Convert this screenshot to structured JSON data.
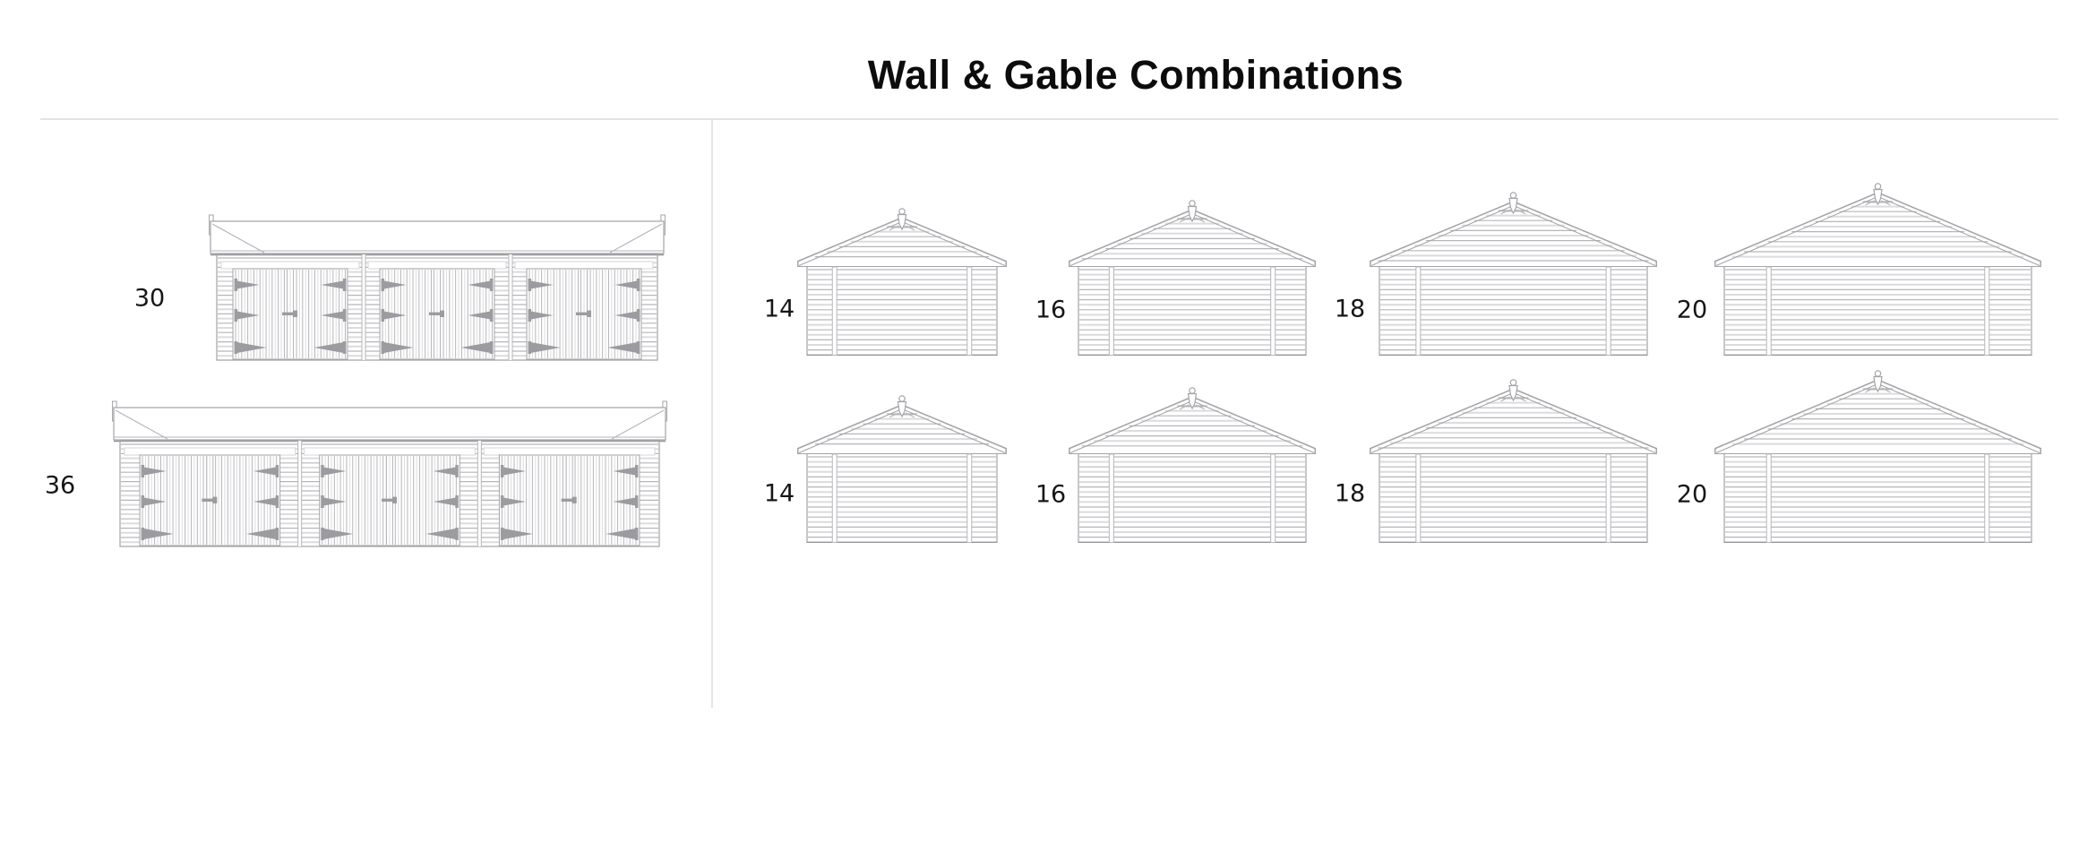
{
  "title": "Wall & Gable Combinations",
  "walls": {
    "items": [
      {
        "label": "30",
        "type": "wall-elevation",
        "door_bays": 3
      },
      {
        "label": "36",
        "type": "wall-elevation",
        "door_bays": 3
      }
    ]
  },
  "gables": {
    "rows": [
      {
        "items": [
          {
            "label": "14",
            "type": "gable-elevation"
          },
          {
            "label": "16",
            "type": "gable-elevation"
          },
          {
            "label": "18",
            "type": "gable-elevation"
          },
          {
            "label": "20",
            "type": "gable-elevation"
          }
        ]
      },
      {
        "items": [
          {
            "label": "14",
            "type": "gable-elevation"
          },
          {
            "label": "16",
            "type": "gable-elevation"
          },
          {
            "label": "18",
            "type": "gable-elevation"
          },
          {
            "label": "20",
            "type": "gable-elevation"
          }
        ]
      }
    ]
  },
  "colors": {
    "background": "#ffffff",
    "divider": "#e4e4e6",
    "outline": "#a4a4a8",
    "line_mid": "#b6b6ba",
    "line_light": "#dcdcde",
    "line_dark": "#949498",
    "hinge": "#9c9ca0",
    "label": "#161616",
    "title": "#0c0c0c"
  }
}
